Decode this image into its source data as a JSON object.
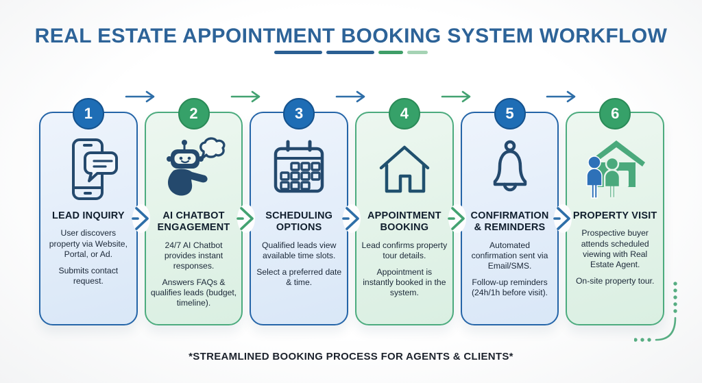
{
  "header": {
    "title": "REAL ESTATE APPOINTMENT BOOKING SYSTEM WORKFLOW"
  },
  "footer": {
    "note": "*STREAMLINED BOOKING PROCESS FOR AGENTS & CLIENTS*"
  },
  "colors": {
    "title_blue": "#2d6398",
    "step_blue": "#1e6db5",
    "step_green": "#36a169",
    "card_border_blue": "#2565a8",
    "card_border_green": "#4cab7e",
    "icon_navy": "#24496d",
    "underline_segments": [
      "#2b5f93",
      "#2b5f93",
      "#3f9e68",
      "#a5d3b4"
    ]
  },
  "steps": [
    {
      "number": "1",
      "title": "LEAD INQUIRY",
      "theme": "blue",
      "icon": "phone-chat-icon",
      "paragraphs": [
        "User discovers property via Website, Portal, or Ad.",
        "Submits contact request."
      ]
    },
    {
      "number": "2",
      "title": "AI CHATBOT ENGAGEMENT",
      "theme": "green",
      "icon": "robot-chat-icon",
      "paragraphs": [
        "24/7 AI Chatbot provides instant responses.",
        "Answers FAQs & qualifies leads (budget, timeline)."
      ]
    },
    {
      "number": "3",
      "title": "SCHEDULING OPTIONS",
      "theme": "blue",
      "icon": "calendar-icon",
      "paragraphs": [
        "Qualified leads view available time slots.",
        "Select a preferred date & time."
      ]
    },
    {
      "number": "4",
      "title": "APPOINTMENT BOOKING",
      "theme": "green",
      "icon": "house-icon",
      "paragraphs": [
        "Lead confirms property tour details.",
        "Appointment is instantly booked in the system."
      ]
    },
    {
      "number": "5",
      "title": "CONFIRMATION & REMINDERS",
      "theme": "blue",
      "icon": "bell-icon",
      "paragraphs": [
        "Automated confirmation sent via Email/SMS.",
        "Follow-up reminders (24h/1h before visit)."
      ]
    },
    {
      "number": "6",
      "title": "PROPERTY VISIT",
      "theme": "green",
      "icon": "buyers-house-icon",
      "paragraphs": [
        "Prospective buyer attends scheduled viewing with Real Estate Agent.",
        "On-site property tour."
      ]
    }
  ]
}
